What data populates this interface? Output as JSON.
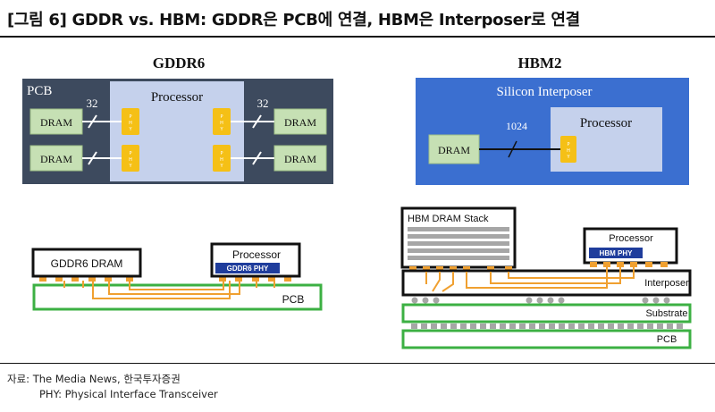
{
  "header": {
    "title": "[그림 6] GDDR vs. HBM: GDDR은 PCB에 연결, HBM은 Interposer로 연결"
  },
  "gddr_top": {
    "heading": "GDDR6",
    "board_label": "PCB",
    "processor_label": "Processor",
    "bus_width_left": "32",
    "bus_width_right": "32",
    "dram_label": "DRAM",
    "phy_label": "PHY"
  },
  "hbm_top": {
    "heading": "HBM2",
    "interposer_label": "Silicon Interposer",
    "processor_label": "Processor",
    "dram_label": "DRAM",
    "bus_width": "1024",
    "phy_label": "PHY"
  },
  "gddr_bottom": {
    "dram_label": "GDDR6 DRAM",
    "processor_label": "Processor",
    "phy_label": "GDDR6 PHY",
    "pcb_label": "PCB"
  },
  "hbm_bottom": {
    "stack_label": "HBM DRAM Stack",
    "processor_label": "Processor",
    "phy_label": "HBM PHY",
    "interposer_label": "Interposer",
    "substrate_label": "Substrate",
    "pcb_label": "PCB"
  },
  "footer": {
    "source": "자료: The Media News, 한국투자증권",
    "note": "PHY: Physical Interface Transceiver"
  },
  "colors": {
    "pcb_dark": "#3d4a5e",
    "processor_light": "#c5d1ec",
    "dram_green": "#c6e0b4",
    "phy_yellow": "#f5c016",
    "interposer_blue": "#3b6fd0",
    "trace_orange": "#f0a030",
    "board_green": "#3cb043",
    "stack_gray": "#a6a6a6",
    "phy_navy": "#1f3d9c"
  }
}
